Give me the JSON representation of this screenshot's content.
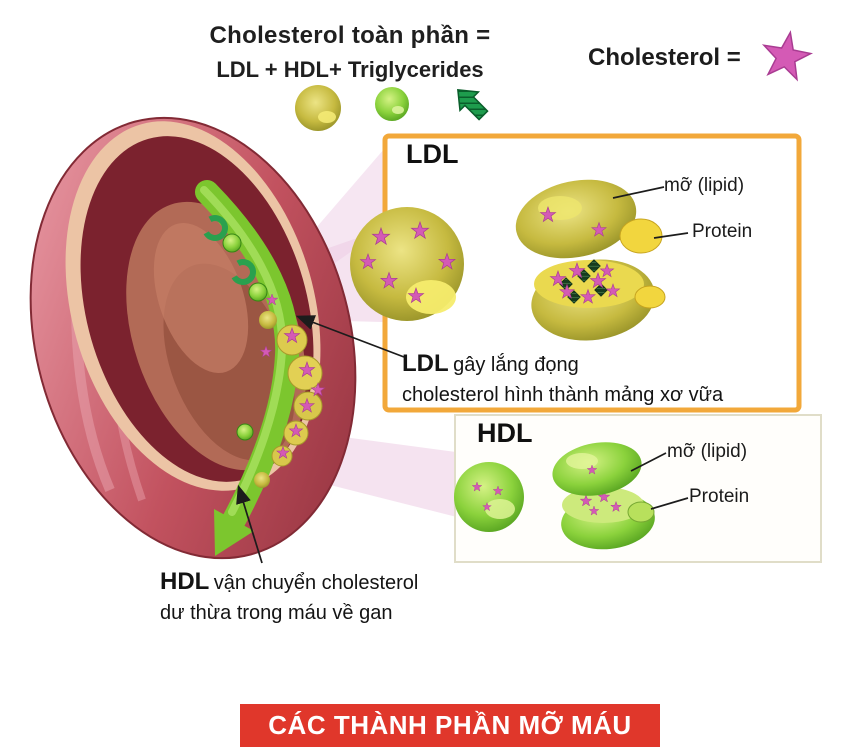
{
  "header": {
    "formula_line1": "Cholesterol toàn phần =",
    "formula_line2": "LDL + HDL+ Triglycerides"
  },
  "legend": {
    "label": "Cholesterol =",
    "star_color": "#d45ab5"
  },
  "ldl": {
    "box_label": "LDL",
    "lipid_label": "mỡ (lipid)",
    "protein_label": "Protein",
    "caption_bold": "LDL",
    "caption_line1": "gây lắng đọng",
    "caption_line2": "cholesterol hình thành mảng xơ vữa"
  },
  "hdl": {
    "box_label": "HDL",
    "lipid_label": "mỡ (lipid)",
    "protein_label": "Protein",
    "caption_bold": "HDL",
    "caption_line1": "vận chuyển cholesterol",
    "caption_line2": "dư thừa trong máu về gan"
  },
  "footer": {
    "title": "CÁC THÀNH PHẦN MỠ MÁU"
  },
  "colors": {
    "ldl_box_border": "#f2a83a",
    "banner_bg": "#e0372b",
    "banner_text": "#ffffff",
    "cholesterol_star": "#d45ab5",
    "ldl_particle": "#c6ba40",
    "hdl_particle": "#8bd23c",
    "blood_flow_arrow": "#7cc62e",
    "artery_wall": "#c2525f"
  },
  "icons": {
    "cholesterol": "star-icon",
    "ldl_particle": "yellow-sphere-icon",
    "hdl_particle": "green-sphere-icon",
    "triglycerides": "hatched-arrow-icon"
  }
}
